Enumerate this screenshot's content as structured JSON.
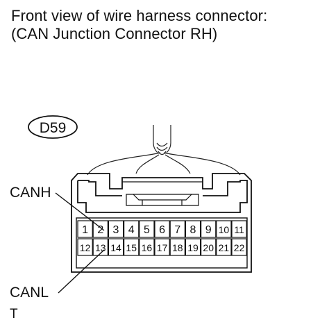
{
  "header": {
    "line1": "Front view of wire harness connector:",
    "line2": "(CAN Junction Connector RH)"
  },
  "connector": {
    "code": "D59",
    "pins_top": [
      "1",
      "2",
      "3",
      "4",
      "5",
      "6",
      "7",
      "8",
      "9",
      "10",
      "11"
    ],
    "pins_bottom": [
      "12",
      "13",
      "14",
      "15",
      "16",
      "17",
      "18",
      "19",
      "20",
      "21",
      "22"
    ]
  },
  "callouts": {
    "canh": "CANH",
    "canl": "CANL",
    "marker": "T"
  }
}
